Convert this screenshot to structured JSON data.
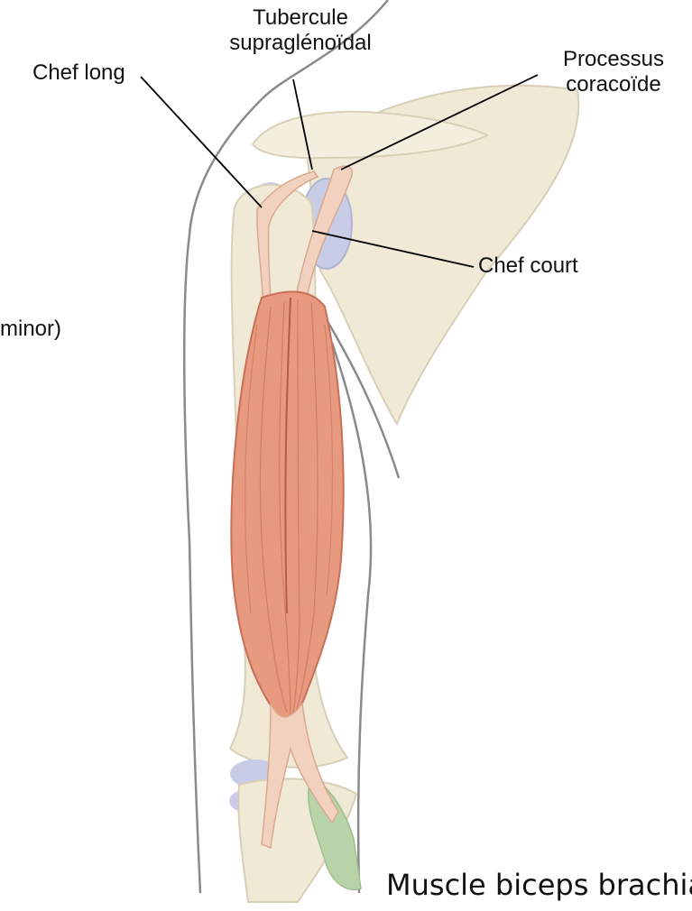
{
  "labels": {
    "tubercule": [
      "Tubercule",
      "supraglénoïdal"
    ],
    "chef_long": "Chef long",
    "processus": [
      "Processus",
      "coracoïde"
    ],
    "chef_court": "Chef court",
    "cut_off": "minor)"
  },
  "caption": "Muscle biceps brachial",
  "colors": {
    "muscle": "#e79a80",
    "muscle_dark": "#c96f57",
    "tendon": "#f2d2bf",
    "bone": "#efe9d6",
    "bone_shadow": "#d8d0b6",
    "cartilage": "#c9cce6",
    "green_muscle": "#b9d3a8",
    "outline": "#8a8a8a",
    "leader_line": "#000000"
  }
}
